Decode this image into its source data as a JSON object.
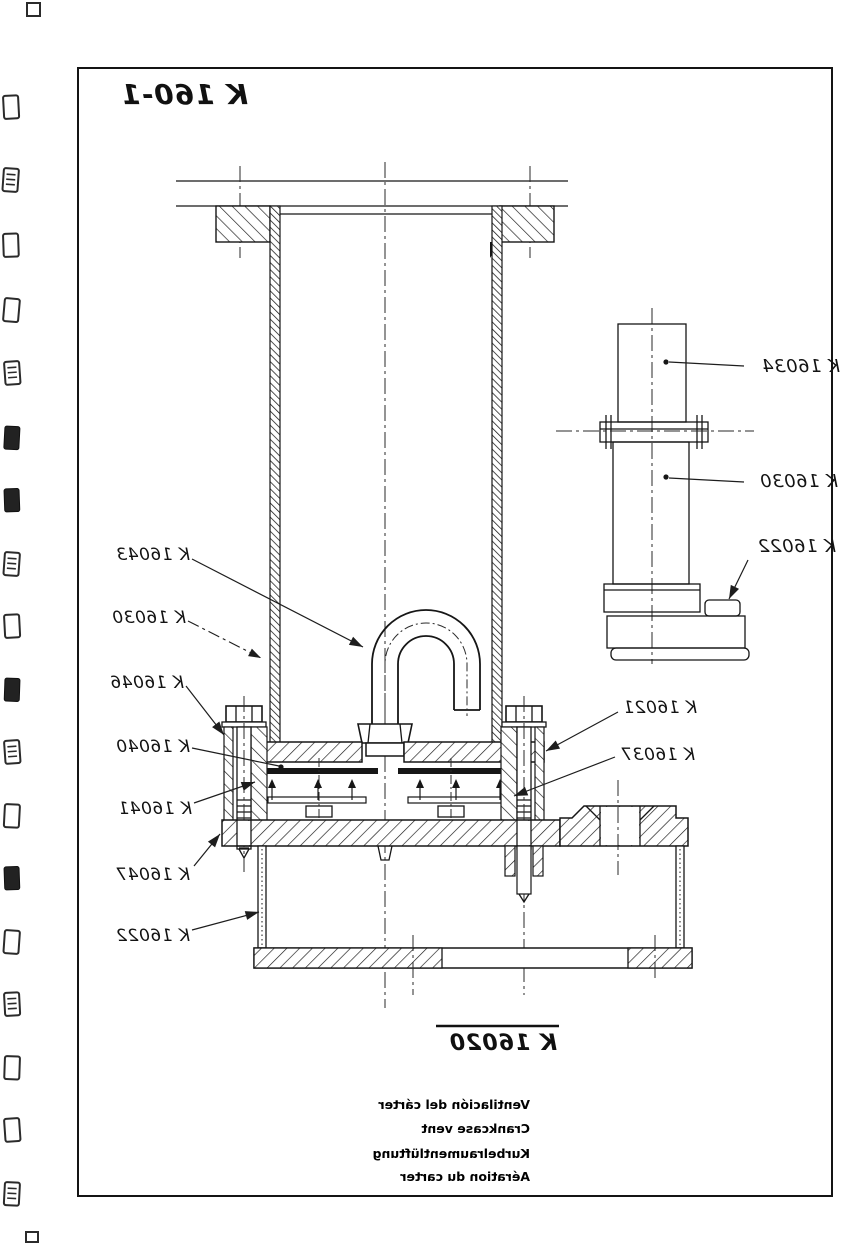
{
  "page": {
    "drawing_number": "K 160-1",
    "main_part_number": "K 16020"
  },
  "part_labels": {
    "k16043": "K 16043",
    "k16030_main": "K 16030",
    "k16046": "K 16046",
    "k16040": "K 16040",
    "k16041": "K 16041",
    "k16047": "K 16047",
    "k16022_main": "K 16022",
    "k16021": "K 16021",
    "k16037": "K 16037",
    "k16034_side": "K 16034",
    "k16030_side": "K 16030",
    "k16022_side": "K 16022"
  },
  "title_block": {
    "line_es": "Ventilación del cárter",
    "line_en": "Crankcase vent",
    "line_de": "Kurbelraumentlüftung",
    "line_fr": "Aération du carter"
  },
  "colors": {
    "ink": "#161616",
    "paper": "#ffffff"
  }
}
